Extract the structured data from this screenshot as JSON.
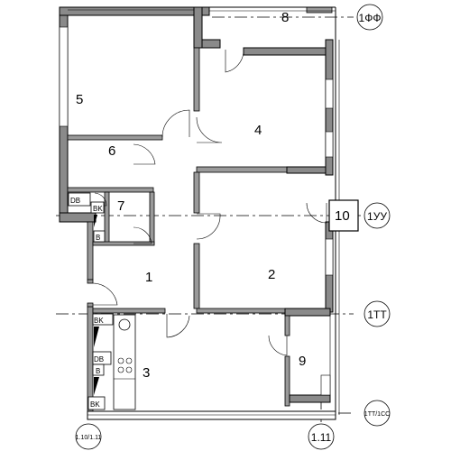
{
  "rooms": [
    {
      "id": "r1",
      "number": "1"
    },
    {
      "id": "r2",
      "number": "2"
    },
    {
      "id": "r3",
      "number": "3"
    },
    {
      "id": "r4",
      "number": "4"
    },
    {
      "id": "r5",
      "number": "5"
    },
    {
      "id": "r6",
      "number": "6"
    },
    {
      "id": "r7",
      "number": "7"
    },
    {
      "id": "r8",
      "number": "8"
    },
    {
      "id": "r9",
      "number": "9"
    },
    {
      "id": "r10",
      "number": "10"
    }
  ],
  "axes": {
    "a1ff": "1ФФ",
    "a1uu": "1УУ",
    "a1tt": "1ТТ",
    "a1ttcc": "1ТТ/1СС",
    "a110_111": "1.10/1.11",
    "a111": "1.11"
  },
  "fixtures": {
    "db_top": "DB",
    "bk_top": "BK",
    "v_top": "B",
    "bk_kitchen": "BK",
    "db_kitchen": "DB",
    "v_kitchen": "B",
    "bk_bottom": "BK"
  }
}
